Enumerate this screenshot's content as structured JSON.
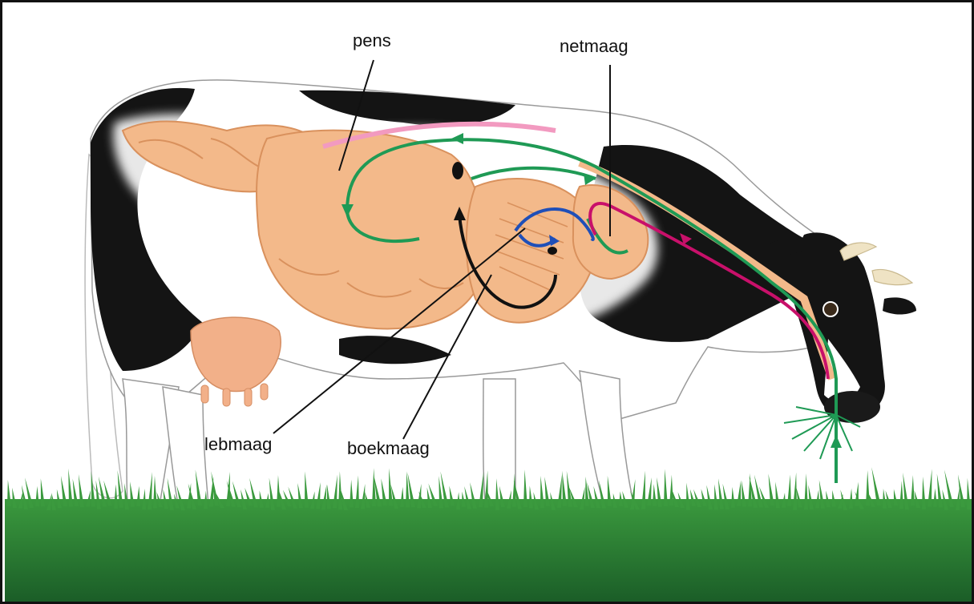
{
  "labels": {
    "pens": "pens",
    "netmaag": "netmaag",
    "lebmaag": "lebmaag",
    "boekmaag": "boekmaag"
  },
  "colors": {
    "grass_dark": "#1f6f2e",
    "grass_light": "#3b9a3e",
    "organ": "#f3b98a",
    "organ_edge": "#d9915d",
    "path_green": "#1f9a55",
    "path_magenta": "#c8106a",
    "path_blue": "#1f4fb8",
    "path_black": "#111111",
    "coat_black": "#141414",
    "horn": "#efe3c4",
    "udder": "#f2b089"
  }
}
